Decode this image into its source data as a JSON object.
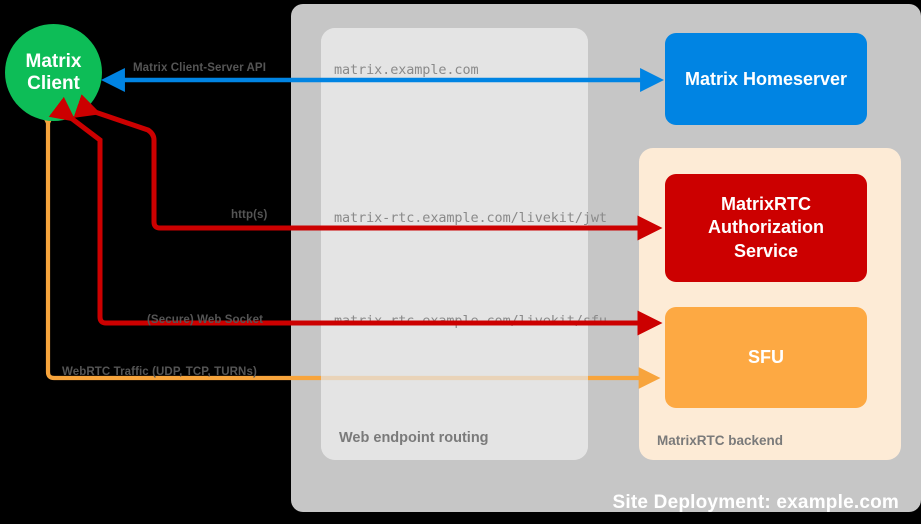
{
  "diagram": {
    "site_panel_label": "Site Deployment: example.com",
    "routing_panel_label": "Web endpoint routing",
    "backend_panel_label": "MatrixRTC backend"
  },
  "nodes": {
    "client": {
      "line1": "Matrix",
      "line2": "Client",
      "color": "#0dbd57"
    },
    "homeserver": {
      "label": "Matrix Homeserver",
      "color": "#0084e3"
    },
    "auth_service": {
      "line1": "MatrixRTC",
      "line2": "Authorization",
      "line3": "Service",
      "color": "#cc0000"
    },
    "sfu": {
      "label": "SFU",
      "color": "#fda943"
    }
  },
  "endpoints": [
    {
      "url": "matrix.example.com"
    },
    {
      "url": "matrix-rtc.example.com/livekit/jwt"
    },
    {
      "url": "matrix-rtc.example.com/livekit/sfu"
    }
  ],
  "connections": [
    {
      "label": "Matrix Client-Server API",
      "color": "#0084e3"
    },
    {
      "label": "http(s)",
      "color": "#cc0000"
    },
    {
      "label": "(Secure) Web Socket",
      "color": "#cc0000"
    },
    {
      "label": "WebRTC Traffic (UDP, TCP, TURNs)",
      "color": "#f7a43c"
    }
  ],
  "colors": {
    "background": "#000000",
    "site_panel": "#c6c6c6",
    "routing_panel": "#e4e4e4",
    "backend_panel": "#fdebd6",
    "label_gray": "#7a7a7a",
    "url_gray": "#8a8a8a"
  }
}
